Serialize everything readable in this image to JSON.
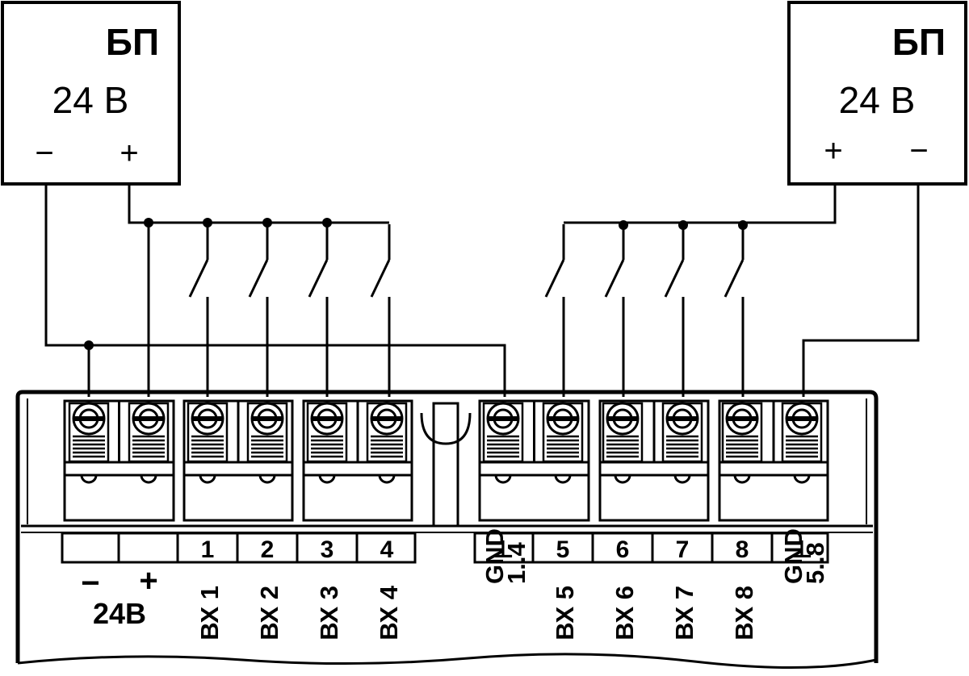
{
  "power_supplies": [
    {
      "name": "БП",
      "voltage": "24 В",
      "minus": "−",
      "plus": "+"
    },
    {
      "name": "БП",
      "voltage": "24 В",
      "plus": "+",
      "minus": "−"
    }
  ],
  "terminal_numbers": [
    "",
    "",
    "1",
    "2",
    "3",
    "4",
    "⊥",
    "5",
    "6",
    "7",
    "8",
    "⊥"
  ],
  "left_labels": {
    "minus": "−",
    "plus": "+",
    "voltage": "24В"
  },
  "input_labels": [
    {
      "line1": "ВХ 1"
    },
    {
      "line1": "ВХ 2"
    },
    {
      "line1": "ВХ 3"
    },
    {
      "line1": "ВХ 4"
    },
    {
      "line1": "GND",
      "line2": "1..4"
    },
    {
      "line1": "ВХ 5"
    },
    {
      "line1": "ВХ 6"
    },
    {
      "line1": "ВХ 7"
    },
    {
      "line1": "ВХ 8"
    },
    {
      "line1": "GND",
      "line2": "5..8"
    }
  ]
}
